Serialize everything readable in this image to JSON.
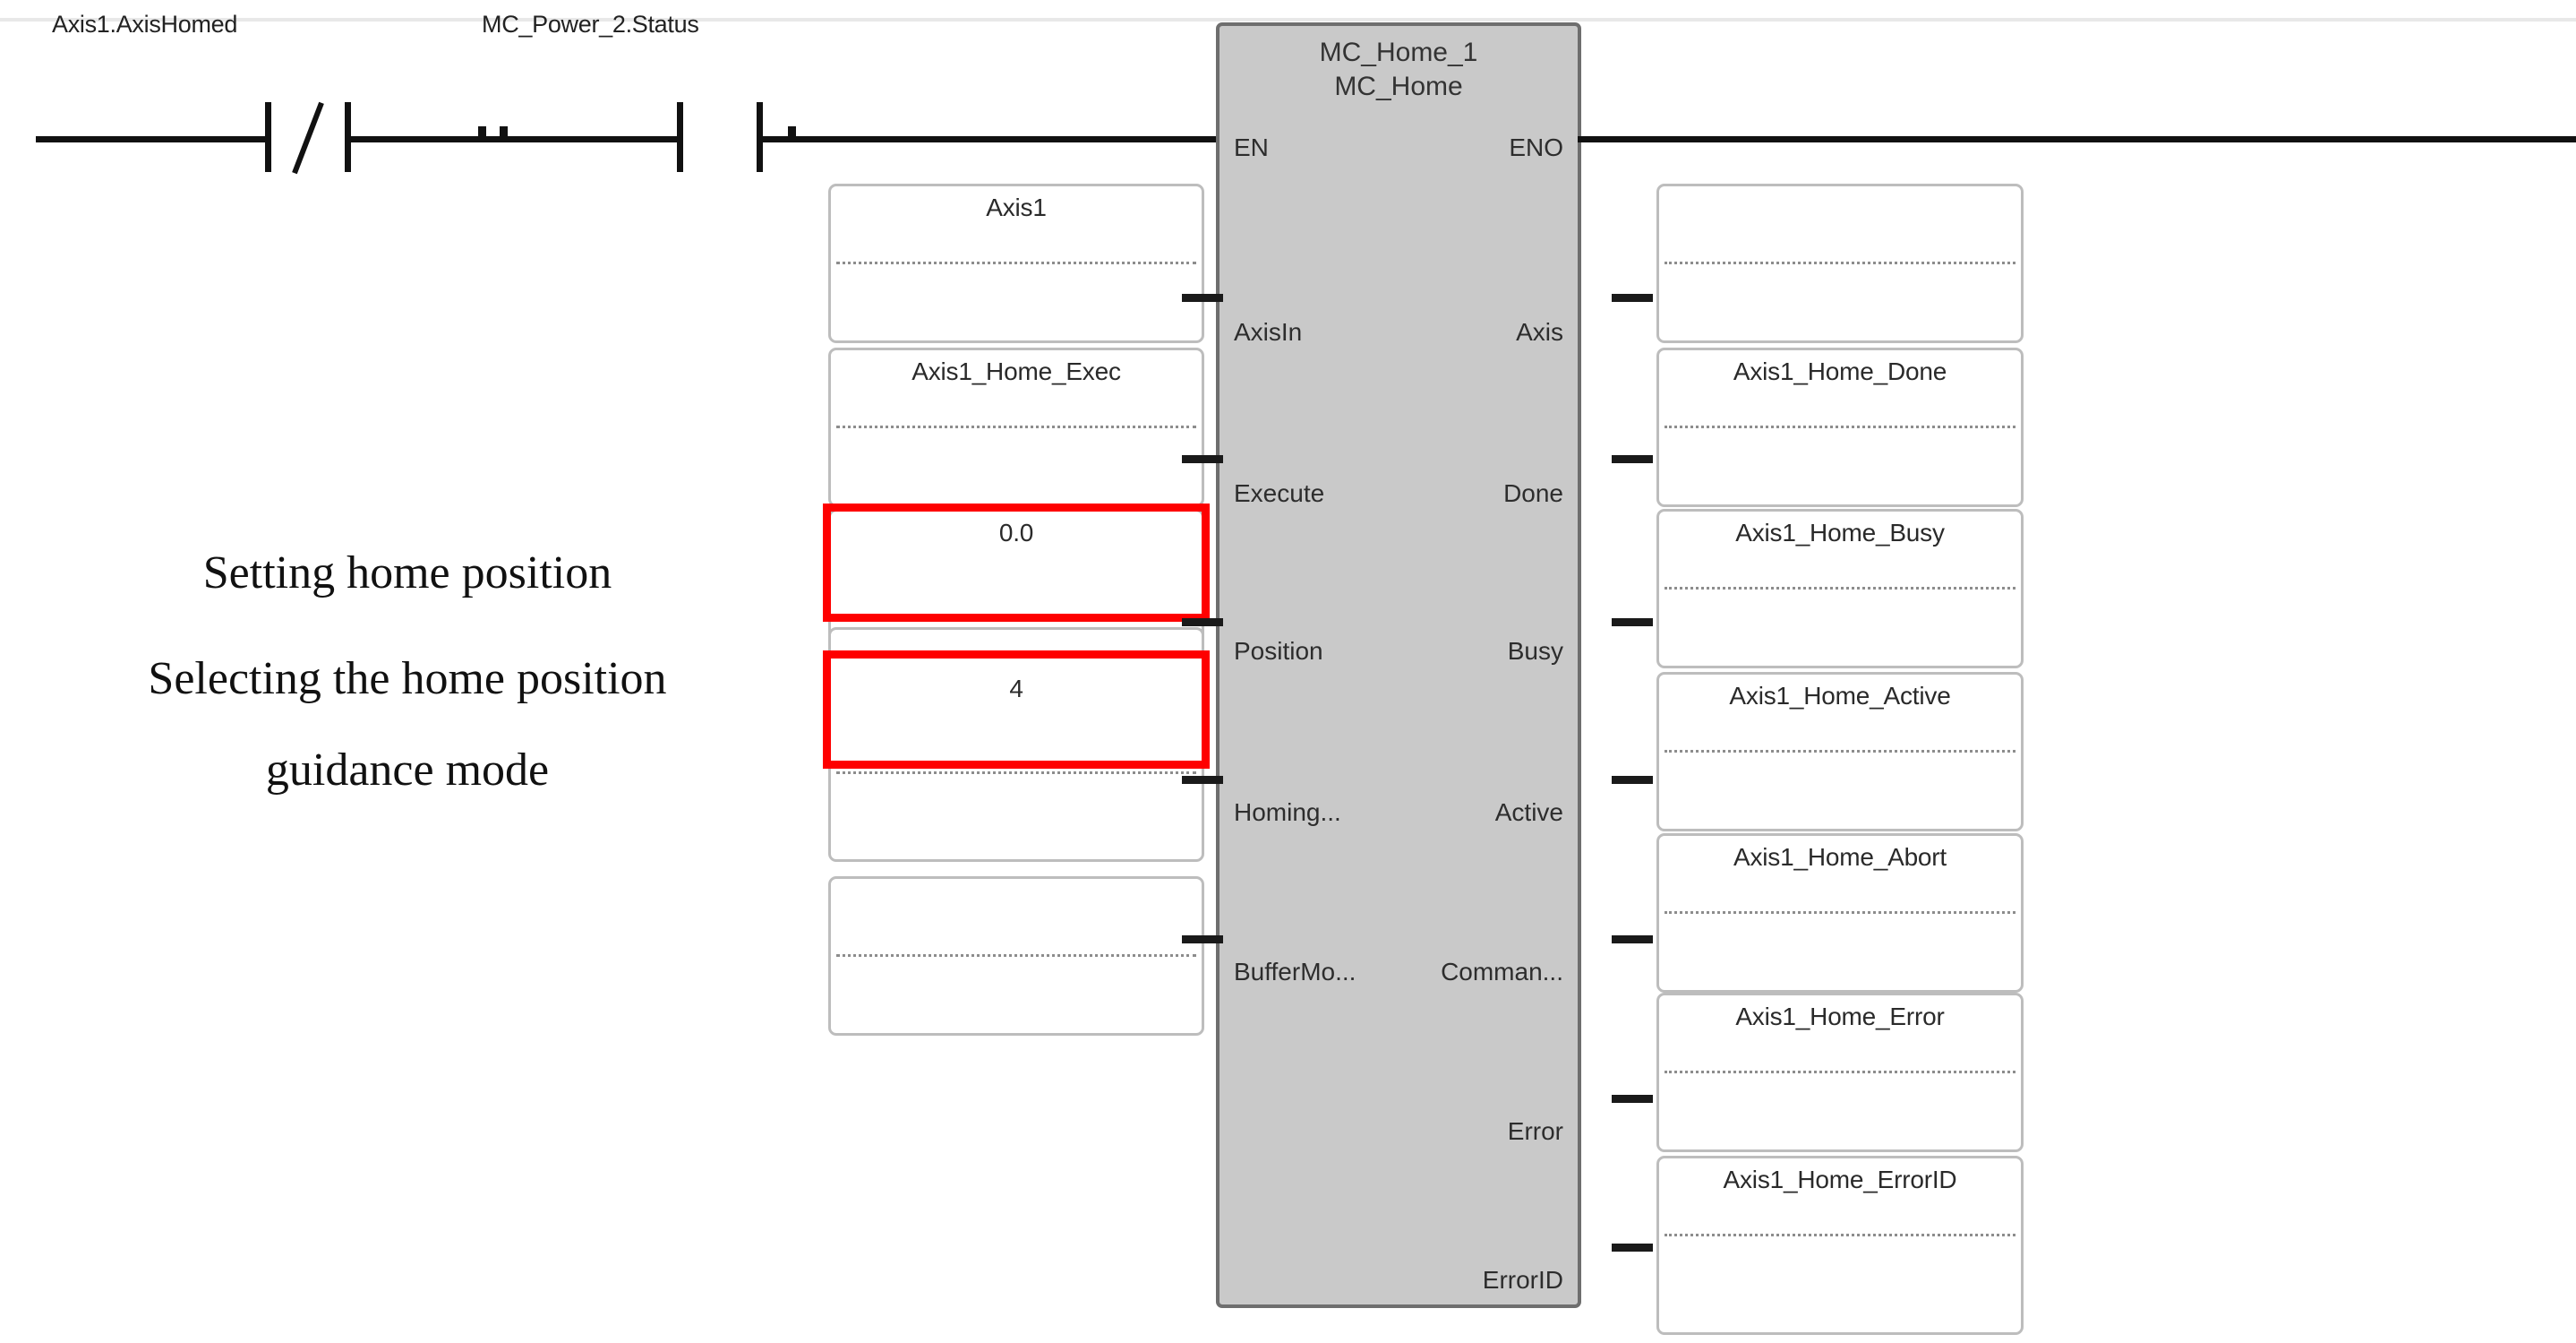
{
  "diagram": {
    "type": "plc-ladder-logic",
    "rung": {
      "contacts": [
        {
          "label": "Axis1.AxisHomed",
          "kind": "normally-closed"
        },
        {
          "label": "MC_Power_2.Status",
          "kind": "normally-open"
        }
      ]
    },
    "function_block": {
      "instance_name": "MC_Home_1",
      "type_name": "MC_Home",
      "enable_pin": "EN",
      "enable_out_pin": "ENO",
      "inputs": [
        {
          "pin": "AxisIn",
          "value": "Axis1",
          "highlighted": false
        },
        {
          "pin": "Execute",
          "value": "Axis1_Home_Exec",
          "highlighted": false
        },
        {
          "pin": "Position",
          "value": "0.0",
          "highlighted": true
        },
        {
          "pin": "Homing...",
          "value": "4",
          "highlighted": true
        },
        {
          "pin": "BufferMo...",
          "value": "",
          "highlighted": false
        }
      ],
      "outputs": [
        {
          "pin": "Axis",
          "value": ""
        },
        {
          "pin": "Done",
          "value": "Axis1_Home_Done"
        },
        {
          "pin": "Busy",
          "value": "Axis1_Home_Busy"
        },
        {
          "pin": "Active",
          "value": "Axis1_Home_Active"
        },
        {
          "pin": "Comman...",
          "value": "Axis1_Home_Abort"
        },
        {
          "pin": "Error",
          "value": "Axis1_Home_Error"
        },
        {
          "pin": "ErrorID",
          "value": "Axis1_Home_ErrorID"
        }
      ]
    },
    "annotations": [
      {
        "lines": [
          "Setting home position"
        ]
      },
      {
        "lines": [
          "Selecting the home position",
          "guidance mode"
        ]
      }
    ],
    "colors": {
      "highlight": "#fe0000",
      "block_fill": "#c9c9c9",
      "block_border": "#6e6e6e",
      "wire": "#111111",
      "box_border": "#bdbdbd"
    }
  }
}
